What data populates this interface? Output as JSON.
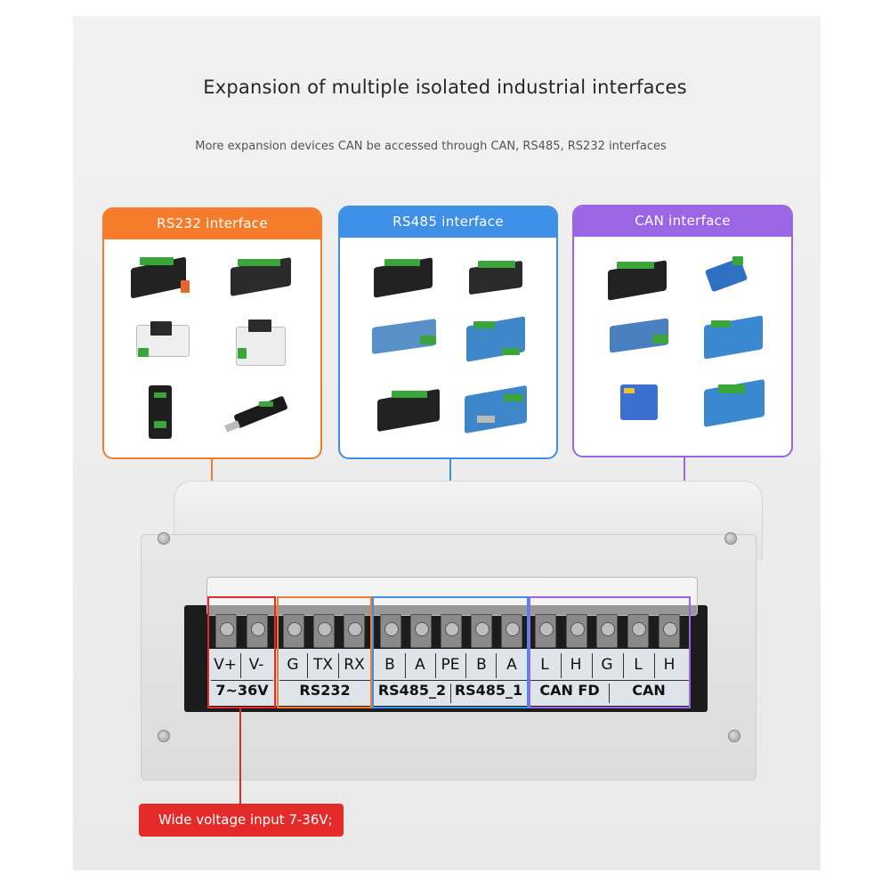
{
  "header": {
    "title": "Expansion of multiple isolated industrial interfaces",
    "subtitle": "More expansion devices CAN be accessed through CAN, RS485, RS232 interfaces"
  },
  "categories": [
    {
      "label": "RS232 interface",
      "color": "#f47c2a"
    },
    {
      "label": "RS485 interface",
      "color": "#3d8fe8"
    },
    {
      "label": "CAN interface",
      "color": "#9b66e6"
    }
  ],
  "terminal_pins": [
    "V+",
    "V-",
    "G",
    "TX",
    "RX",
    "B",
    "A",
    "PE",
    "B",
    "A",
    "L",
    "H",
    "G",
    "L",
    "H"
  ],
  "terminal_groups": [
    "7~36V",
    "RS232",
    "RS485_2",
    "RS485_1",
    "CAN FD",
    "CAN"
  ],
  "callout": {
    "label": "Wide voltage input 7-36V;",
    "color": "#e52a2a"
  }
}
